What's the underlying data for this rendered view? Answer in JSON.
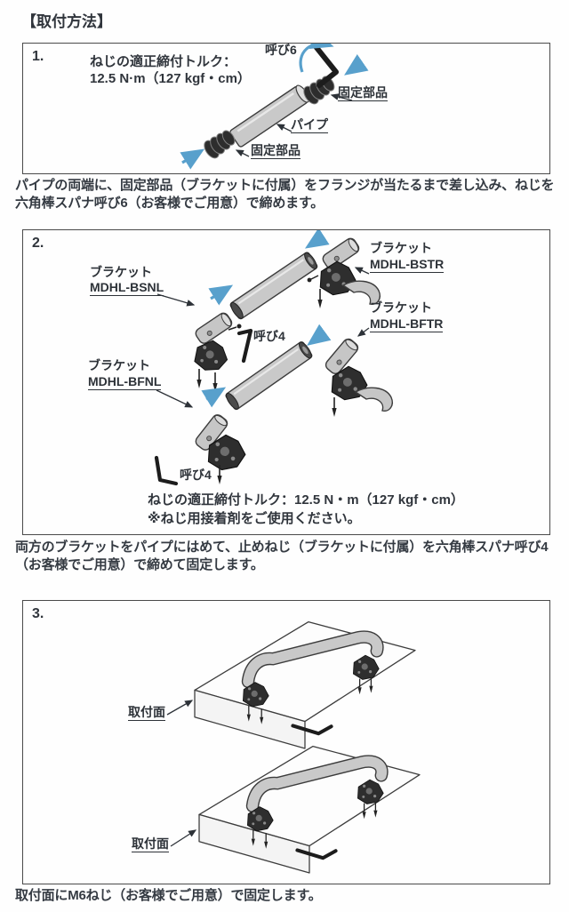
{
  "title": "【取付方法】",
  "step1": {
    "number": "1.",
    "torque_line1": "ねじの適正締付トルク：",
    "torque_line2": "12.5 N·m（127 kgf・cm）",
    "labels": {
      "nominal": "呼び6",
      "fixing_top": "固定部品",
      "pipe": "パイプ",
      "fixing_bottom": "固定部品"
    },
    "caption": "パイプの両端に、固定部品（ブラケットに付属）をフランジが当たるまで差し込み、ねじを六角棒スパナ呼び6（お客様でご用意）で締めます。"
  },
  "step2": {
    "number": "2.",
    "labels": {
      "bracket_bsnl_title": "ブラケット",
      "bracket_bsnl_model": "MDHL-BSNL",
      "bracket_bstr_title": "ブラケット",
      "bracket_bstr_model": "MDHL-BSTR",
      "bracket_bftr_title": "ブラケット",
      "bracket_bftr_model": "MDHL-BFTR",
      "bracket_bfnl_title": "ブラケット",
      "bracket_bfnl_model": "MDHL-BFNL",
      "nominal_top": "呼び4",
      "nominal_bottom": "呼び4"
    },
    "torque_note": "ねじの適正締付トルク：12.5 N・m（127 kgf・cm）",
    "adhesive_note": "※ねじ用接着剤をご使用ください。",
    "caption": "両方のブラケットをパイプにはめて、止めねじ（ブラケットに付属）を六角棒スパナ呼び4（お客様でご用意）で締めて固定します。"
  },
  "step3": {
    "number": "3.",
    "labels": {
      "surface_top": "取付面",
      "surface_bottom": "取付面"
    },
    "caption": "取付面にM6ねじ（お客様でご用意）で固定します。"
  },
  "colors": {
    "arrow_blue": "#58a0cc",
    "pipe_gray": "#c9c9c9",
    "line_dark": "#3c3c3c"
  }
}
